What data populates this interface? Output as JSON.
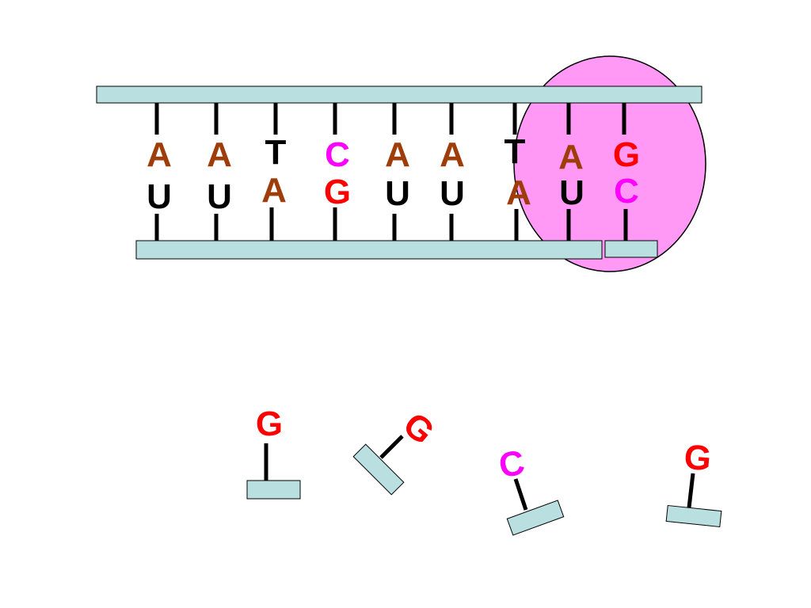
{
  "colors": {
    "A": "#9e3c0a",
    "T": "#000000",
    "U": "#000000",
    "C": "#ff00ff",
    "G": "#ff0000",
    "backbone": "#b9dfe0",
    "polymerase": "#ff99f5"
  },
  "dna_template": [
    "A",
    "A",
    "T",
    "C",
    "A",
    "A",
    "T",
    "A",
    "G"
  ],
  "rna_transcript": [
    "U",
    "U",
    "A",
    "G",
    "U",
    "U",
    "A",
    "U",
    "C"
  ],
  "free_nucleotides": [
    "G",
    "G",
    "C",
    "G"
  ]
}
